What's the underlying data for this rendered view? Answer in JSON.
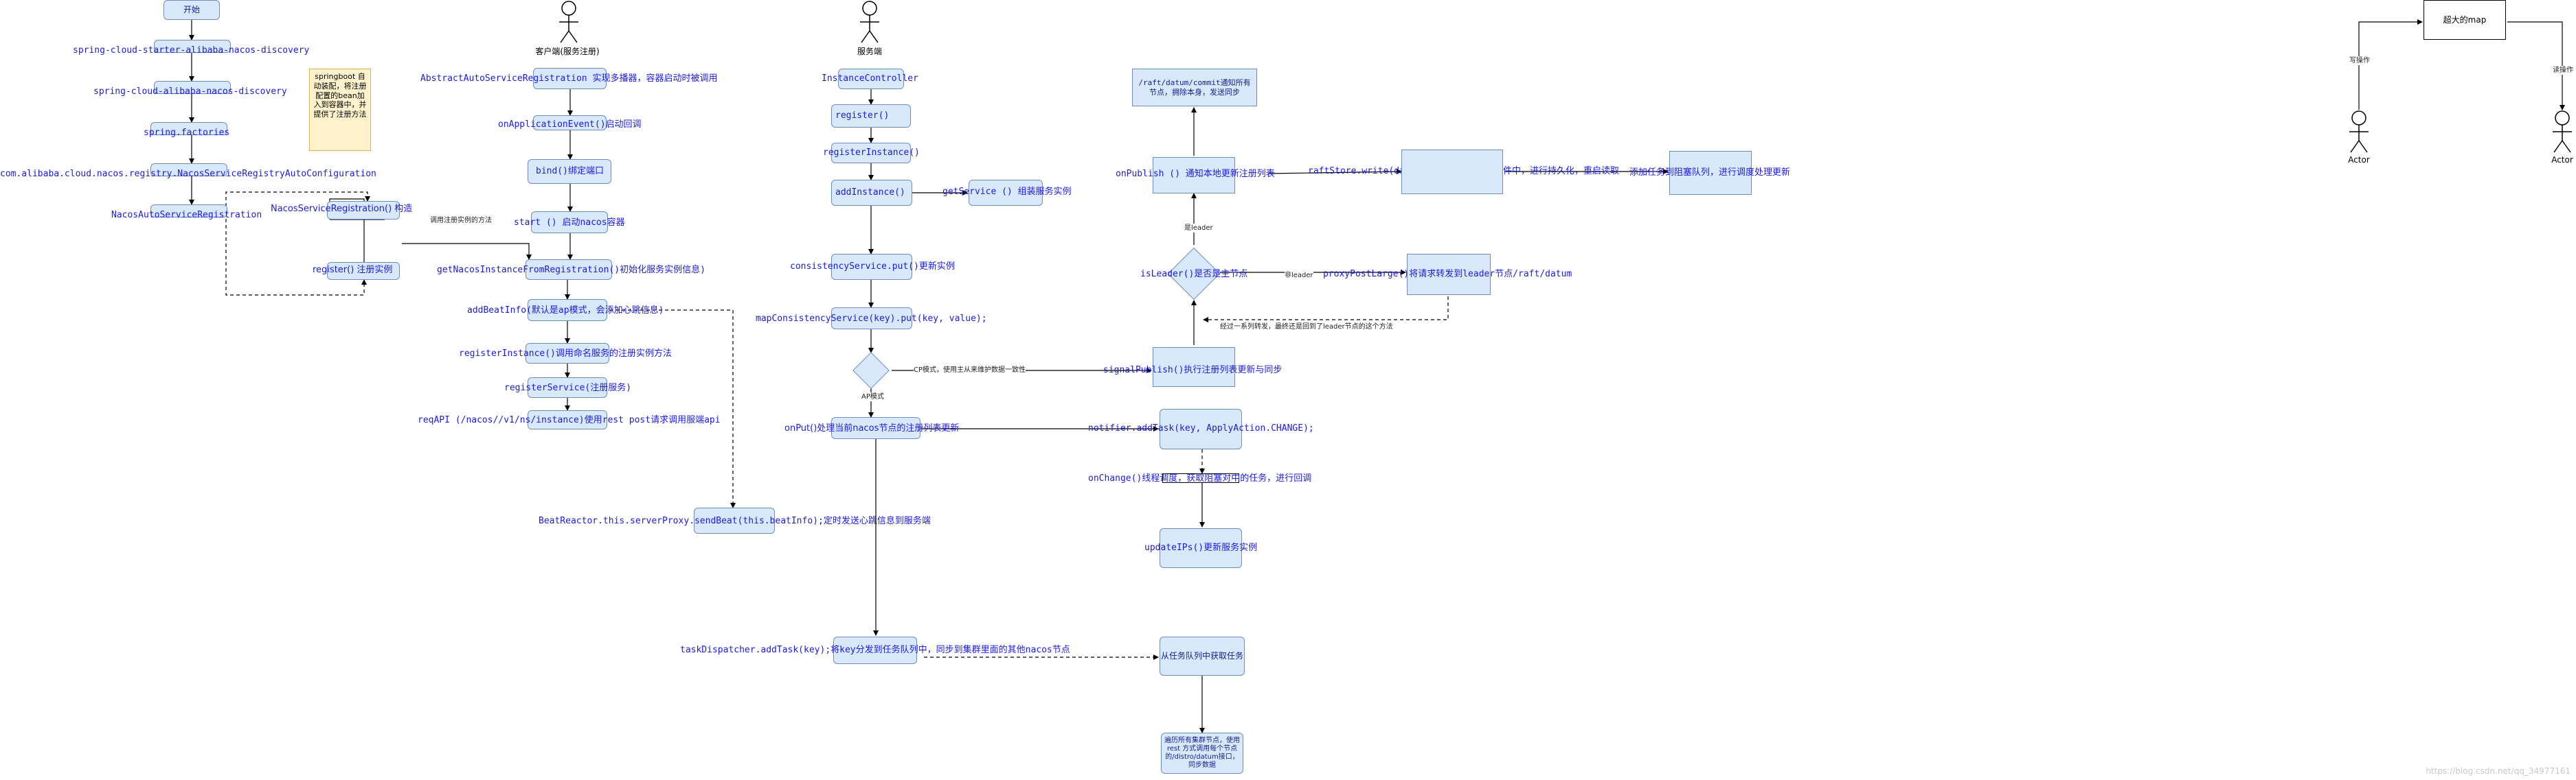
{
  "left_flow": {
    "start": "开始",
    "n1": "spring-cloud-starter-alibaba-nacos-discovery",
    "n2": "spring-cloud-alibaba-nacos-discovery",
    "n3": "spring.factories",
    "n4": "com.alibaba.cloud.nacos.registry.NacosServiceRegistryAutoConfiguration",
    "n5": "NacosAutoServiceRegistration",
    "n6": "NacosServiceRegistration() 构造",
    "n7": "register() 注册实例",
    "note": "springboot 自动装配，将注册配置的bean加入到容器中，并提供了注册方法",
    "edge_call": "调用注册实例的方法"
  },
  "client": {
    "actor": "客户端(服务注册)",
    "c1": "AbstractAutoServiceRegistration 实现多播器，容器启动时被调用",
    "c2": "onApplicationEvent()启动回调",
    "c3": "bind()绑定端口",
    "c4": "start () 启动nacos容器",
    "c5": "getNacosInstanceFromRegistration()初始化服务实例信息)",
    "c6": "addBeatInfo(默认是ap模式，会添加心跳信息)",
    "c7": "registerInstance()调用命名服务的注册实例方法",
    "c8": "registerService(注册服务)",
    "c9": "reqAPI (/nacos//v1/ns/instance)使用rest post请求调用服端api",
    "c10": "BeatReactor.this.serverProxy.sendBeat(this.beatInfo);定时发送心跳信息到服务端"
  },
  "server": {
    "actor": "服务端",
    "s1": "InstanceController",
    "s2": "register()",
    "s3": "registerInstance()",
    "s4": "addInstance()",
    "s4b": "getService () 组装服务实例",
    "s5": "consistencyService.put()更新实例",
    "s6": "mapConsistencyService(key).put(key, value);",
    "cp_label": "CP模式，使用主从来维护数据一致性",
    "ap_label": "AP模式",
    "s7": "onPut()处理当前nacos节点的注册列表更新",
    "s8": "notifier.addTask(key, ApplyAction.CHANGE);",
    "s9": "onChange()线程调度，获取阻塞对中的任务，进行回调",
    "s10": "updateIPs()更新服务实例",
    "s11": "taskDispatcher.addTask(key);将key分发到任务队列中，同步到集群里面的其他nacos节点",
    "s12": "从任务队列中获取任务",
    "s13": "遍历所有集群节点，使用rest 方式调用每个节点的/distro/datum接口，同步数据"
  },
  "raft": {
    "r1": "/raft/datum/commit通知所有节点，拥除本身，发送同步",
    "r2": "onPublish () 通知本地更新注册列表",
    "r2b": "raftStore.write(datum);将记录写一份到文件中，进行持久化，重启读取",
    "r3": "添加任务到阻塞队列，进行调度处理更新",
    "is_leader_yes": "是leader",
    "r4": "isLeader()是否是主节点",
    "not_leader": "非leader",
    "r5": "proxyPostLarge()将请求转发到leader节点/raft/datum",
    "r5_back": "经过一系列转发，最终还是回到了leader节点的这个方法",
    "r6": "signalPublish()执行注册列表更新与同步"
  },
  "map_section": {
    "map_box": "超大的map",
    "write_op": "写操作",
    "read_op": "读操作",
    "actor_left": "Actor",
    "actor_right": "Actor"
  },
  "watermark": "https://blog.csdn.net/qq_34977161"
}
